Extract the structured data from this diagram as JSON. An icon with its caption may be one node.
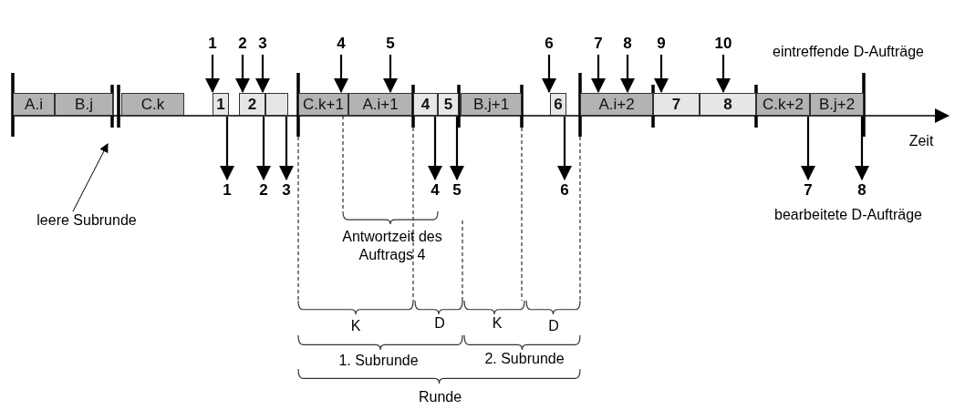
{
  "diagram": {
    "nodes": [
      {
        "text": [
          "A.i"
        ]
      },
      {
        "text": [
          "B.j"
        ]
      },
      {
        "text": [
          "C.k"
        ]
      },
      {
        "text": [
          "1"
        ]
      },
      {
        "text": [
          "2"
        ]
      },
      {
        "text": [],
        "shape": "box"
      },
      {
        "text": [
          "C.k+1"
        ]
      },
      {
        "text": [
          "A.i+1"
        ]
      },
      {
        "text": [
          "4"
        ]
      },
      {
        "text": [
          "5"
        ]
      },
      {
        "text": [
          "B.j+1"
        ]
      },
      {
        "text": [
          "6"
        ]
      },
      {
        "text": [
          "A.i+2"
        ]
      },
      {
        "text": [
          "7"
        ]
      },
      {
        "text": [
          "8"
        ]
      },
      {
        "text": [
          "C.k+2"
        ]
      },
      {
        "text": [
          "B.j+2"
        ]
      },
      {
        "text": [
          "1"
        ]
      },
      {
        "text": [
          "2"
        ]
      },
      {
        "text": [
          "3"
        ]
      },
      {
        "text": [
          "4"
        ]
      },
      {
        "text": [
          "5"
        ]
      },
      {
        "text": [
          "6"
        ]
      },
      {
        "text": [
          "7"
        ]
      },
      {
        "text": [
          "8"
        ]
      },
      {
        "text": [
          "9"
        ]
      },
      {
        "text": [
          "10"
        ]
      },
      {
        "text": [
          "1"
        ]
      },
      {
        "text": [
          "2"
        ]
      },
      {
        "text": [
          "3"
        ]
      },
      {
        "text": [
          "4"
        ]
      },
      {
        "text": [
          "5"
        ]
      },
      {
        "text": [
          "6"
        ]
      },
      {
        "text": [
          "7"
        ]
      },
      {
        "text": [
          "8"
        ]
      },
      {
        "text": [
          "leere Subrunde"
        ]
      }
    ],
    "edges": [
      {
        "from": 17,
        "to": 3,
        "arrow": "to"
      },
      {
        "from": 18,
        "to": 4,
        "arrow": "to"
      },
      {
        "from": 19,
        "to": 5,
        "arrow": "to"
      },
      {
        "from": 20,
        "to": 6,
        "arrow": "to"
      },
      {
        "from": 21,
        "to": 7,
        "arrow": "to"
      },
      {
        "from": 22,
        "to": 11,
        "arrow": "to"
      },
      {
        "from": 23,
        "to": 12,
        "arrow": "to"
      },
      {
        "from": 24,
        "to": 12,
        "arrow": "to"
      },
      {
        "from": 25,
        "to": 13,
        "arrow": "to"
      },
      {
        "from": 26,
        "to": 14,
        "arrow": "to"
      },
      {
        "from": 3,
        "to": 27,
        "arrow": "to"
      },
      {
        "from": 4,
        "to": 28,
        "arrow": "to"
      },
      {
        "from": 5,
        "to": 29,
        "arrow": "to"
      },
      {
        "from": 8,
        "to": 30,
        "arrow": "to"
      },
      {
        "from": 9,
        "to": 31,
        "arrow": "to"
      },
      {
        "from": 11,
        "to": 32,
        "arrow": "to"
      },
      {
        "from": 15,
        "to": 33,
        "arrow": "to"
      },
      {
        "from": 16,
        "to": 34,
        "arrow": "to"
      },
      {
        "from": 35,
        "to": null,
        "arrow": "to"
      }
    ],
    "labels": [
      "eintreffende D-Aufträge",
      "Zeit",
      "bearbeitete D-Aufträge",
      "Antwortzeit des Auftrags 4",
      "K",
      "D",
      "K",
      "D",
      "1. Subrunde",
      "2. Subrunde",
      "Runde"
    ]
  }
}
